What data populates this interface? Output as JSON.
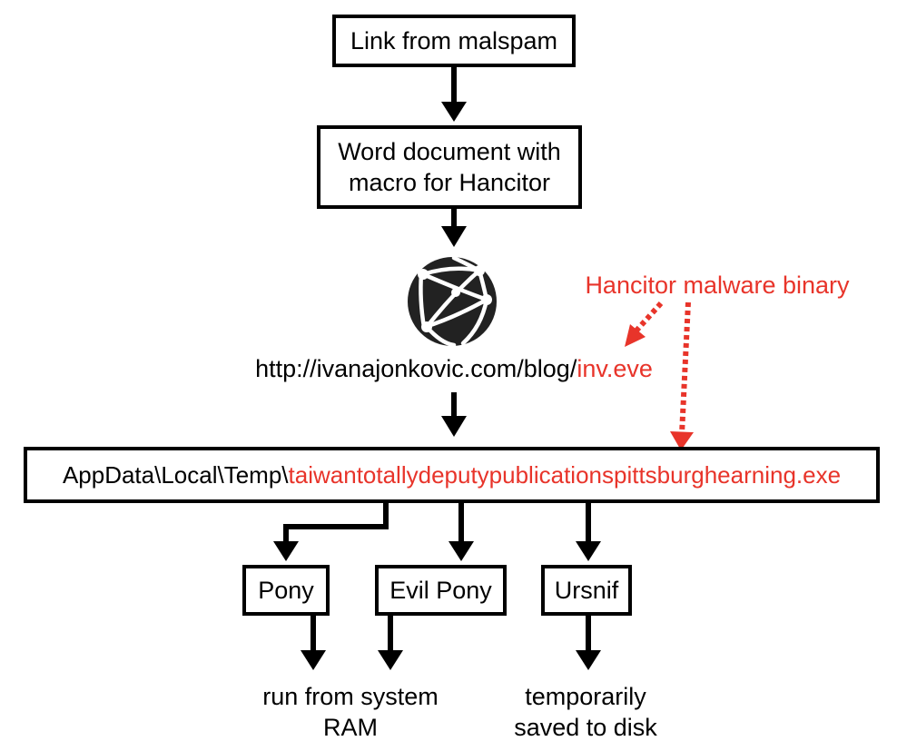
{
  "nodes": {
    "link": "Link from malspam",
    "word": "Word document with\nmacro for Hancitor",
    "url_prefix": "http://ivanajonkovic.com/blog/",
    "url_file": "inv.eve",
    "temp_prefix": "AppData\\Local\\Temp\\",
    "temp_file": "taiwantotallydeputypublicationspittsburghearning.exe",
    "pony": "Pony",
    "evil_pony": "Evil Pony",
    "ursnif": "Ursnif",
    "ram_note": "run from system\nRAM",
    "disk_note": "temporarily\nsaved to disk"
  },
  "annotation": {
    "text": "Hancitor malware binary"
  },
  "colors": {
    "accent": "#e8342a",
    "line": "#000000"
  },
  "icons": {
    "network": "globe-network-icon"
  }
}
